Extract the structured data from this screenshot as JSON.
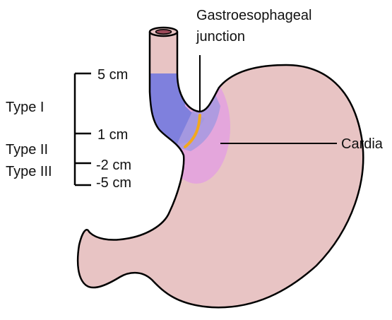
{
  "labels": {
    "junction_line1": "Gastroesophageal",
    "junction_line2": "junction",
    "cardia": "Cardia"
  },
  "scale": {
    "marks": [
      "5 cm",
      "1 cm",
      "-2 cm",
      "-5 cm"
    ]
  },
  "types": [
    "Type I",
    "Type II",
    "Type III"
  ],
  "colors": {
    "stomach_fill": "#e8c4c4",
    "outline": "#000000",
    "esophagus_lumen": "#9c4a5a",
    "type1_zone": "#7f80dd",
    "type2_zone": "#a89ae0",
    "cardia_zone": "#e4a6dc",
    "junction_line": "#f2a81d"
  }
}
